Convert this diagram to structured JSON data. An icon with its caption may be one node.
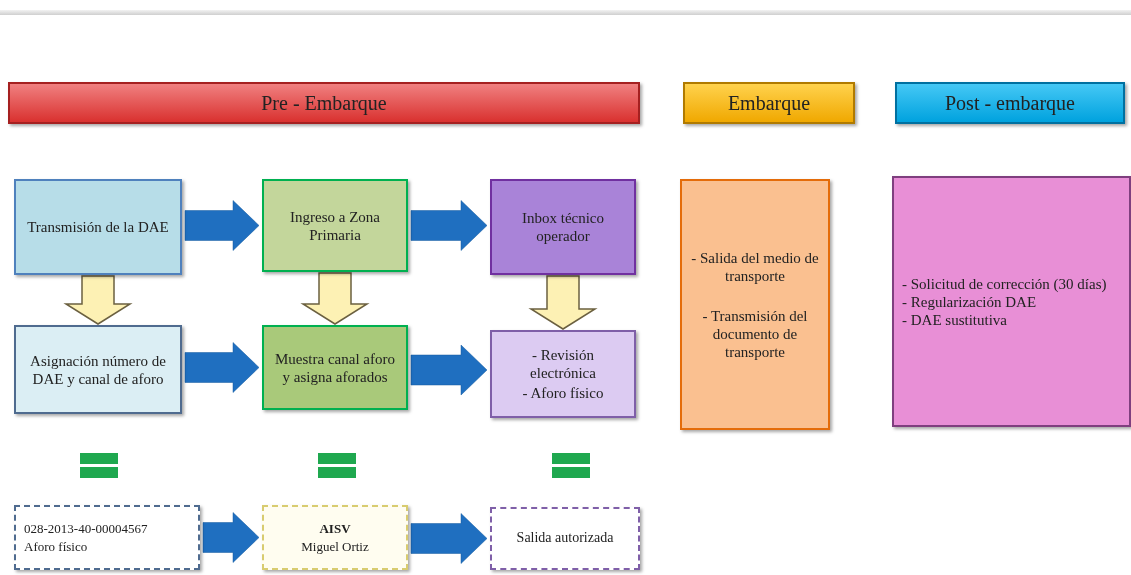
{
  "diagram": {
    "nodes": [
      {
        "text": [
          "Pre - Embarque"
        ]
      },
      {
        "text": [
          "Embarque"
        ]
      },
      {
        "text": [
          "Post - embarque"
        ]
      },
      {
        "text": [
          "Transmisión de la DAE"
        ]
      },
      {
        "text": [
          "Ingreso a Zona Primaria"
        ]
      },
      {
        "text": [
          "Inbox técnico operador"
        ]
      },
      {
        "text": [
          "Asignación número de DAE y canal de aforo"
        ]
      },
      {
        "text": [
          "Muestra canal aforo y asigna aforados"
        ]
      },
      {
        "text": [
          "- Revisión electrónica",
          "- Aforo físico"
        ]
      },
      {
        "text": [
          "028-2013-40-00004567",
          "Aforo físico"
        ]
      },
      {
        "text": [
          "AISV",
          "Miguel Ortiz"
        ]
      },
      {
        "text": [
          "Salida autorizada"
        ]
      },
      {
        "text": [
          "- Salida del medio de transporte",
          "- Transmisión del documento de transporte"
        ]
      },
      {
        "text": [
          "- Solicitud de corrección (30 días)",
          "- Regularización DAE",
          "- DAE sustitutiva"
        ]
      }
    ],
    "edges": [
      {
        "from": 3,
        "to": 4,
        "arrow": "to"
      },
      {
        "from": 4,
        "to": 5,
        "arrow": "to"
      },
      {
        "from": 3,
        "to": 6,
        "arrow": "to",
        "color": "#fdf1b4"
      },
      {
        "from": 4,
        "to": 7,
        "arrow": "to",
        "color": "#fdf1b4"
      },
      {
        "from": 5,
        "to": 8,
        "arrow": "to",
        "color": "#fdf1b4"
      },
      {
        "from": 6,
        "to": 7,
        "arrow": "to"
      },
      {
        "from": 7,
        "to": 8,
        "arrow": "to"
      },
      {
        "from": 9,
        "to": 10,
        "arrow": "to"
      },
      {
        "from": 10,
        "to": 11,
        "arrow": "to"
      }
    ]
  }
}
